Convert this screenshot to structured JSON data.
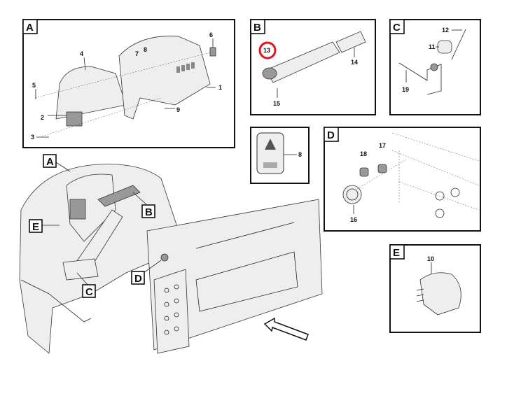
{
  "panels": {
    "A": {
      "tag": "A",
      "labels": [
        "1",
        "2",
        "3",
        "4",
        "5",
        "6",
        "7",
        "8",
        "9"
      ]
    },
    "B": {
      "tag": "B",
      "labels": [
        "13",
        "14",
        "15"
      ],
      "highlighted": "13",
      "highlight_color": "#e0141e"
    },
    "C": {
      "tag": "C",
      "labels": [
        "12",
        "11",
        "19"
      ]
    },
    "hazard": {
      "labels": [
        "8"
      ]
    },
    "D": {
      "tag": "D",
      "labels": [
        "18",
        "17",
        "16"
      ]
    },
    "E": {
      "tag": "E",
      "labels": [
        "10"
      ]
    }
  },
  "overview": {
    "callouts": [
      "A",
      "B",
      "C",
      "D",
      "E"
    ]
  }
}
